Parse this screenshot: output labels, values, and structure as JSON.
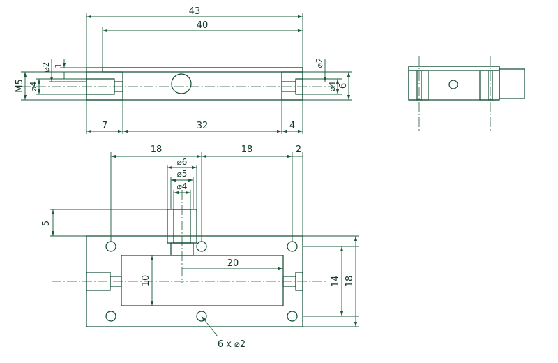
{
  "colors": {
    "line": "#0e4a30",
    "hatch": "#2f6b4b",
    "background": "#ffffff"
  },
  "top_view": {
    "dims": {
      "overall_length": "43",
      "inner_length": "40",
      "left_section": "7",
      "center_section": "32",
      "right_section": "4",
      "thread": "M5",
      "bore_small_left": "⌀2",
      "bore_left": "⌀4",
      "offset": "1",
      "bore_small_right": "⌀2",
      "bore_right": "⌀4",
      "height": "6"
    }
  },
  "bottom_view": {
    "dims": {
      "left_span": "18",
      "right_span": "18",
      "edge": "2",
      "dia6": "⌀6",
      "dia5": "⌀5",
      "dia4": "⌀4",
      "depth": "5",
      "inner_height": "10",
      "inner_half_length": "20",
      "inner_outer_height": "14",
      "outer_height": "18",
      "holes_note": "6 x ⌀2"
    }
  }
}
